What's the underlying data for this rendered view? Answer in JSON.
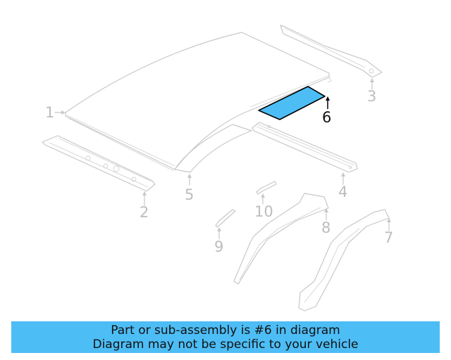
{
  "diagram": {
    "highlight_color": "#4dbdf5",
    "highlighted_part": "6",
    "callouts": [
      {
        "id": "1",
        "label": "1",
        "part": "roof-panel"
      },
      {
        "id": "2",
        "label": "2",
        "part": "front-roof-rail"
      },
      {
        "id": "3",
        "label": "3",
        "part": "rear-side-rail"
      },
      {
        "id": "4",
        "label": "4",
        "part": "rear-roof-rail"
      },
      {
        "id": "5",
        "label": "5",
        "part": "roof-bow"
      },
      {
        "id": "6",
        "label": "6",
        "part": "roof-insulator-pad"
      },
      {
        "id": "7",
        "label": "7",
        "part": "rear-pillar-reinforcement"
      },
      {
        "id": "8",
        "label": "8",
        "part": "front-pillar-reinforcement"
      },
      {
        "id": "9",
        "label": "9",
        "part": "small-bracket"
      },
      {
        "id": "10",
        "label": "10",
        "part": "small-bracket-2"
      }
    ]
  },
  "banner": {
    "line1": "Part or sub-assembly is #6 in diagram",
    "line2": "Diagram may not be specific to your vehicle",
    "background": "#4dbdf5"
  }
}
